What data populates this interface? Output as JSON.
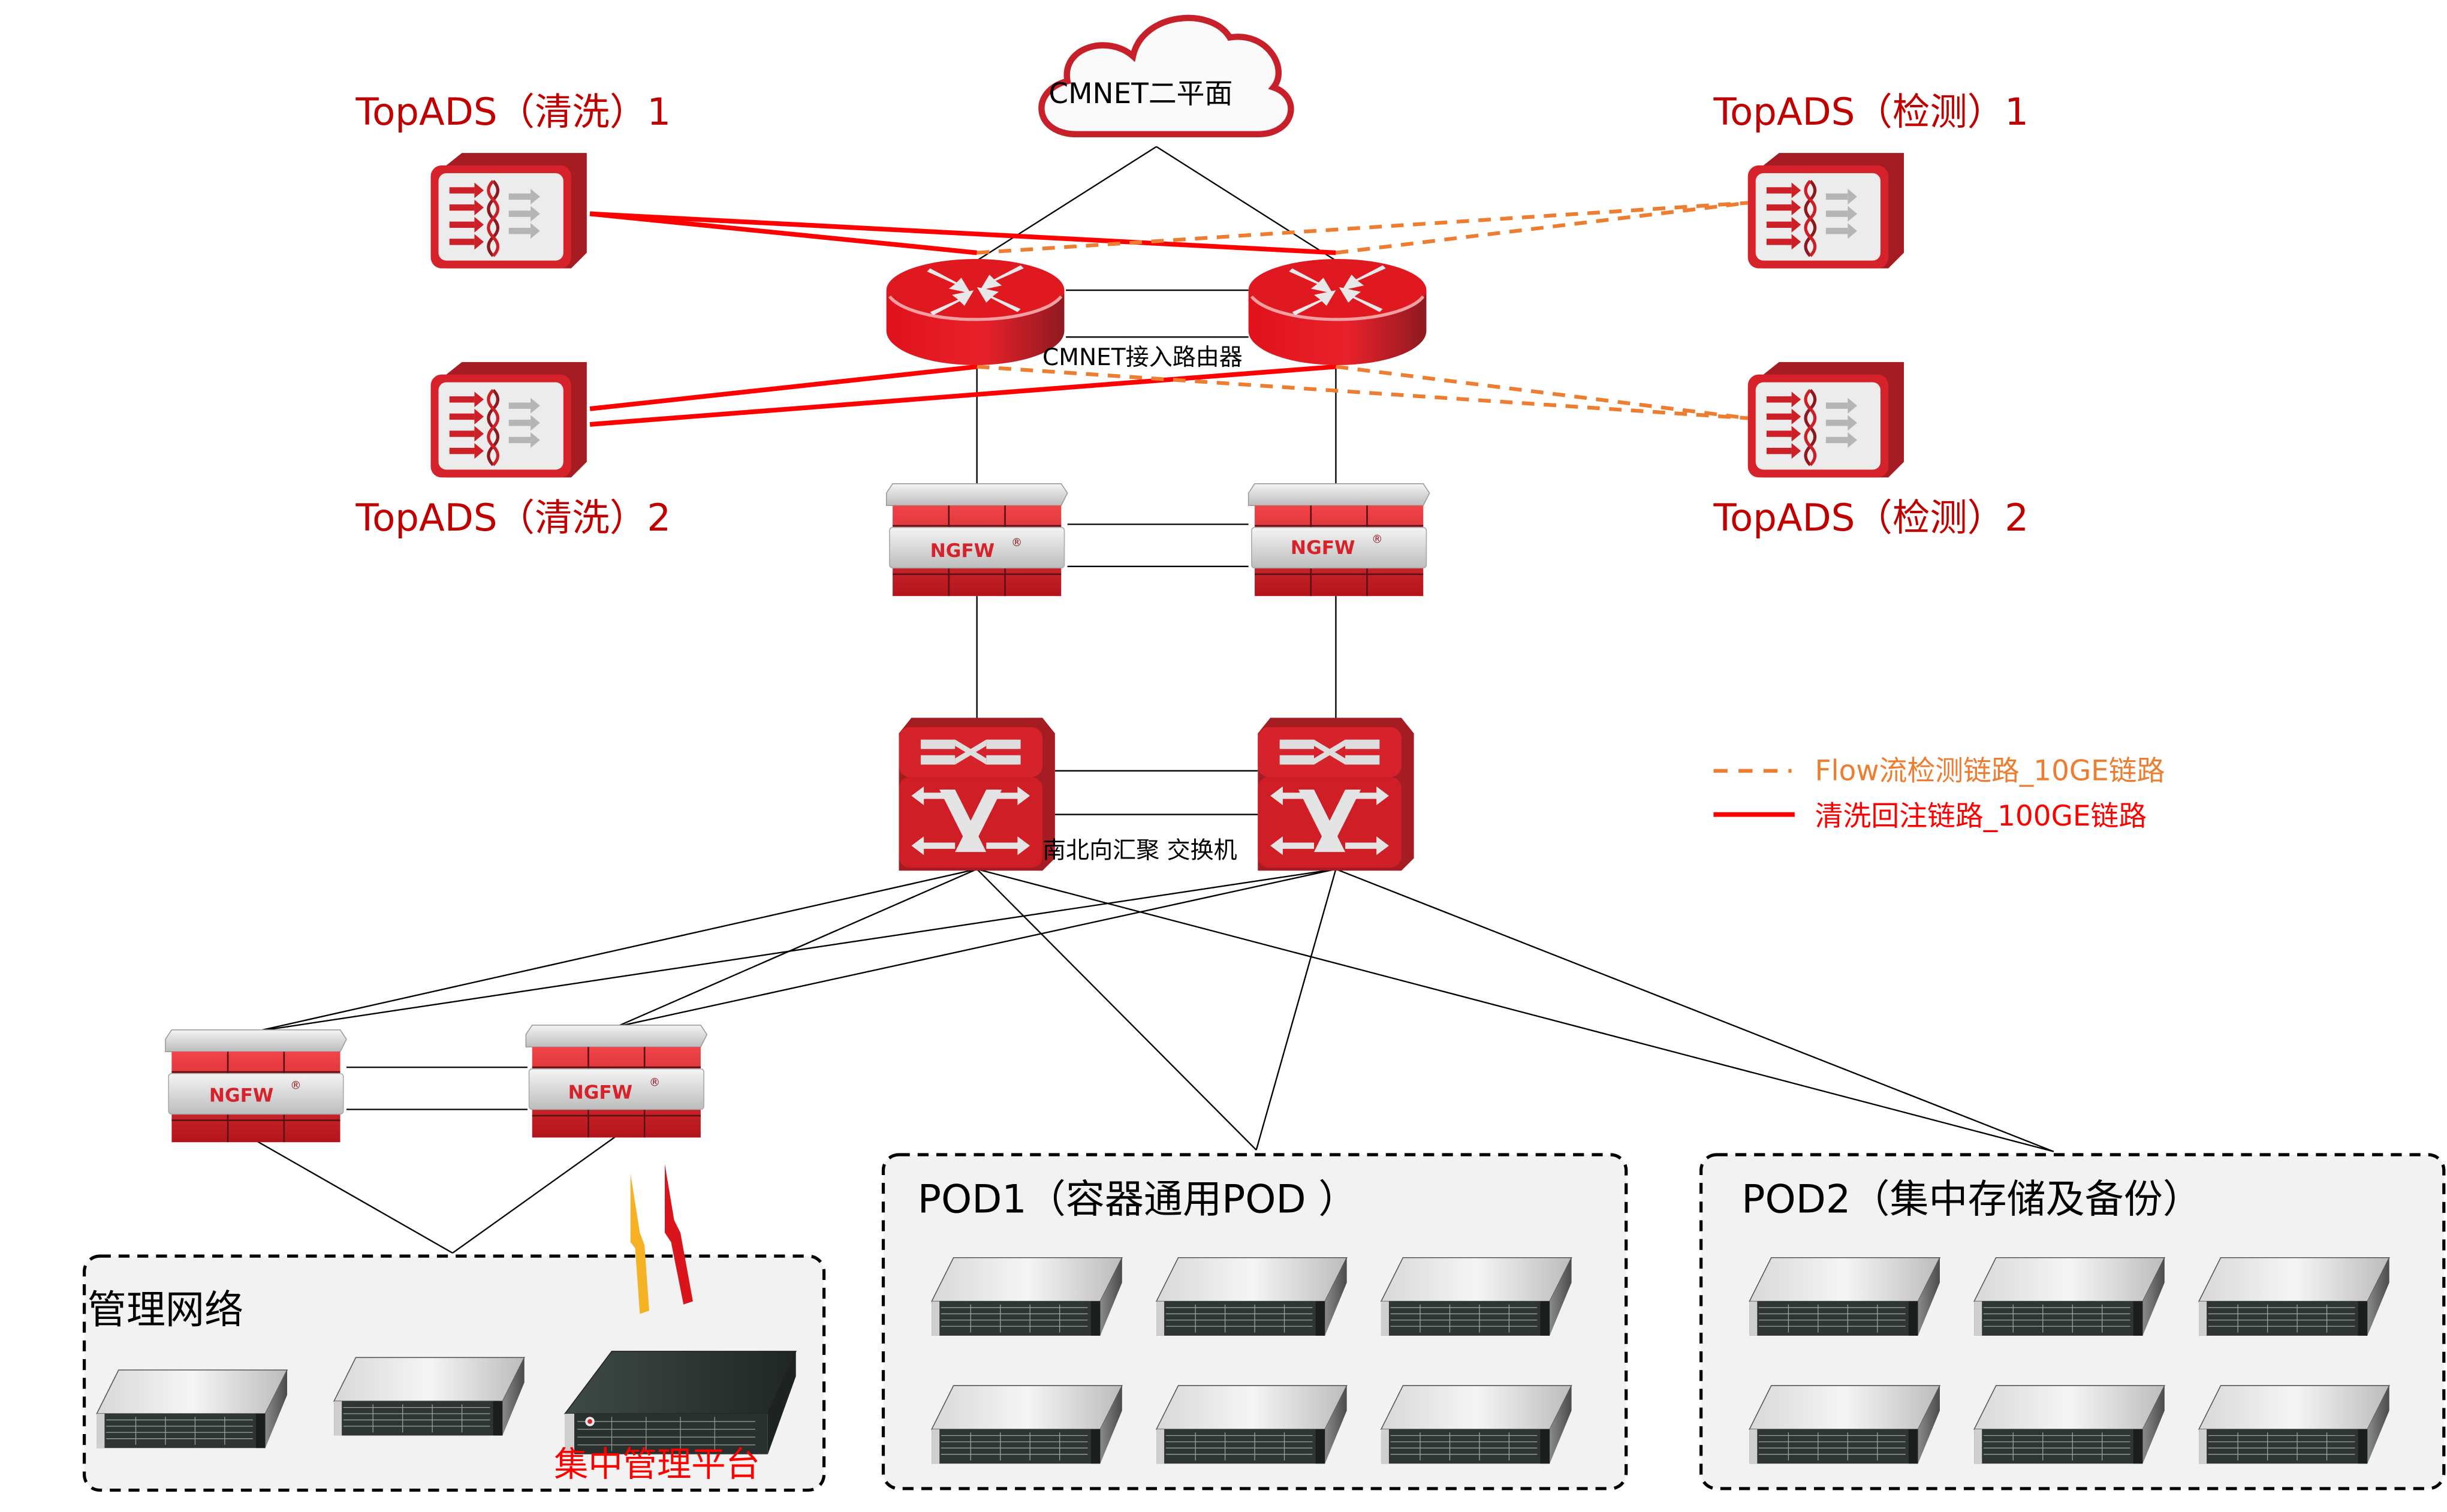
{
  "colors": {
    "brand_red": "#c00000",
    "link_red": "#ff0000",
    "link_orange": "#ed7d31",
    "zone_fill": "#f2f2f2"
  },
  "cloud": {
    "label": "CMNET二平面",
    "icon": "cloud-icon"
  },
  "topads": {
    "clean_1": {
      "label": "TopADS（清洗）1",
      "icon": "ddos-appliance-icon"
    },
    "clean_2": {
      "label": "TopADS（清洗）2",
      "icon": "ddos-appliance-icon"
    },
    "detect_1": {
      "label": "TopADS（检测）1",
      "icon": "ddos-appliance-icon"
    },
    "detect_2": {
      "label": "TopADS（检测）2",
      "icon": "ddos-appliance-icon"
    }
  },
  "routers": {
    "label": "CMNET接入路由器",
    "icon": "router-icon",
    "count": 2
  },
  "firewalls_upper": {
    "badge": "NGFW",
    "badge_mark": "®",
    "icon": "firewall-icon",
    "count": 2
  },
  "switches": {
    "label": "南北向汇聚 交换机",
    "icon": "switch-icon",
    "count": 2
  },
  "firewalls_lower": {
    "badge": "NGFW",
    "badge_mark": "®",
    "icon": "firewall-icon",
    "count": 2
  },
  "legend": {
    "items": [
      {
        "style": "dashed",
        "color": "#ed7d31",
        "label": "Flow流检测链路_10GE链路"
      },
      {
        "style": "solid",
        "color": "#ff0000",
        "label": "清洗回注链路_100GE链路"
      }
    ]
  },
  "zones": {
    "mgmt": {
      "title": "管理网络",
      "servers": 3,
      "platform_label": "集中管理平台",
      "icon_platform": "management-server-icon",
      "icon_link": "lightning-icon"
    },
    "pod1": {
      "title": "POD1（容器通用POD ）",
      "servers": 6
    },
    "pod2": {
      "title": "POD2（集中存储及备份）",
      "servers": 6
    }
  }
}
